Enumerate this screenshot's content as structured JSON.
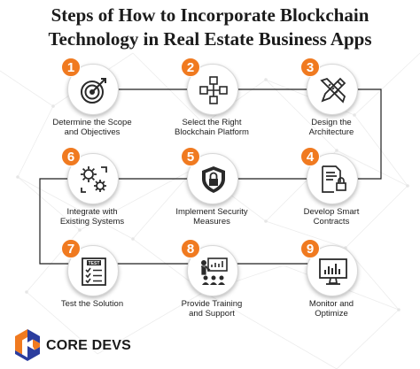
{
  "title": {
    "line1": "Steps of How to Incorporate  Blockchain",
    "line2": "Technology in Real Estate Business Apps"
  },
  "colors": {
    "accent": "#f07a20",
    "icon": "#2a2a2a",
    "connector": "#1f1f1f",
    "logo_blue": "#2b3d9e",
    "logo_orange": "#f07a20"
  },
  "steps": [
    {
      "number": "1",
      "label": "Determine the Scope\nand Objectives",
      "icon": "target-icon"
    },
    {
      "number": "2",
      "label": "Select the Right\nBlockchain Platform",
      "icon": "blockchain-cubes-icon"
    },
    {
      "number": "3",
      "label": "Design the\nArchitecture",
      "icon": "design-tools-icon"
    },
    {
      "number": "4",
      "label": "Develop Smart\nContracts",
      "icon": "smart-contract-icon"
    },
    {
      "number": "5",
      "label": "Implement Security\nMeasures",
      "icon": "security-shield-icon"
    },
    {
      "number": "6",
      "label": "Integrate with\nExisting Systems",
      "icon": "gears-integration-icon"
    },
    {
      "number": "7",
      "label": "Test the Solution",
      "icon": "test-checklist-icon"
    },
    {
      "number": "8",
      "label": "Provide Training\nand Support",
      "icon": "training-presentation-icon"
    },
    {
      "number": "9",
      "label": "Monitor and\nOptimize",
      "icon": "monitor-analytics-icon"
    }
  ],
  "logo": {
    "text": "CORE DEVS"
  }
}
